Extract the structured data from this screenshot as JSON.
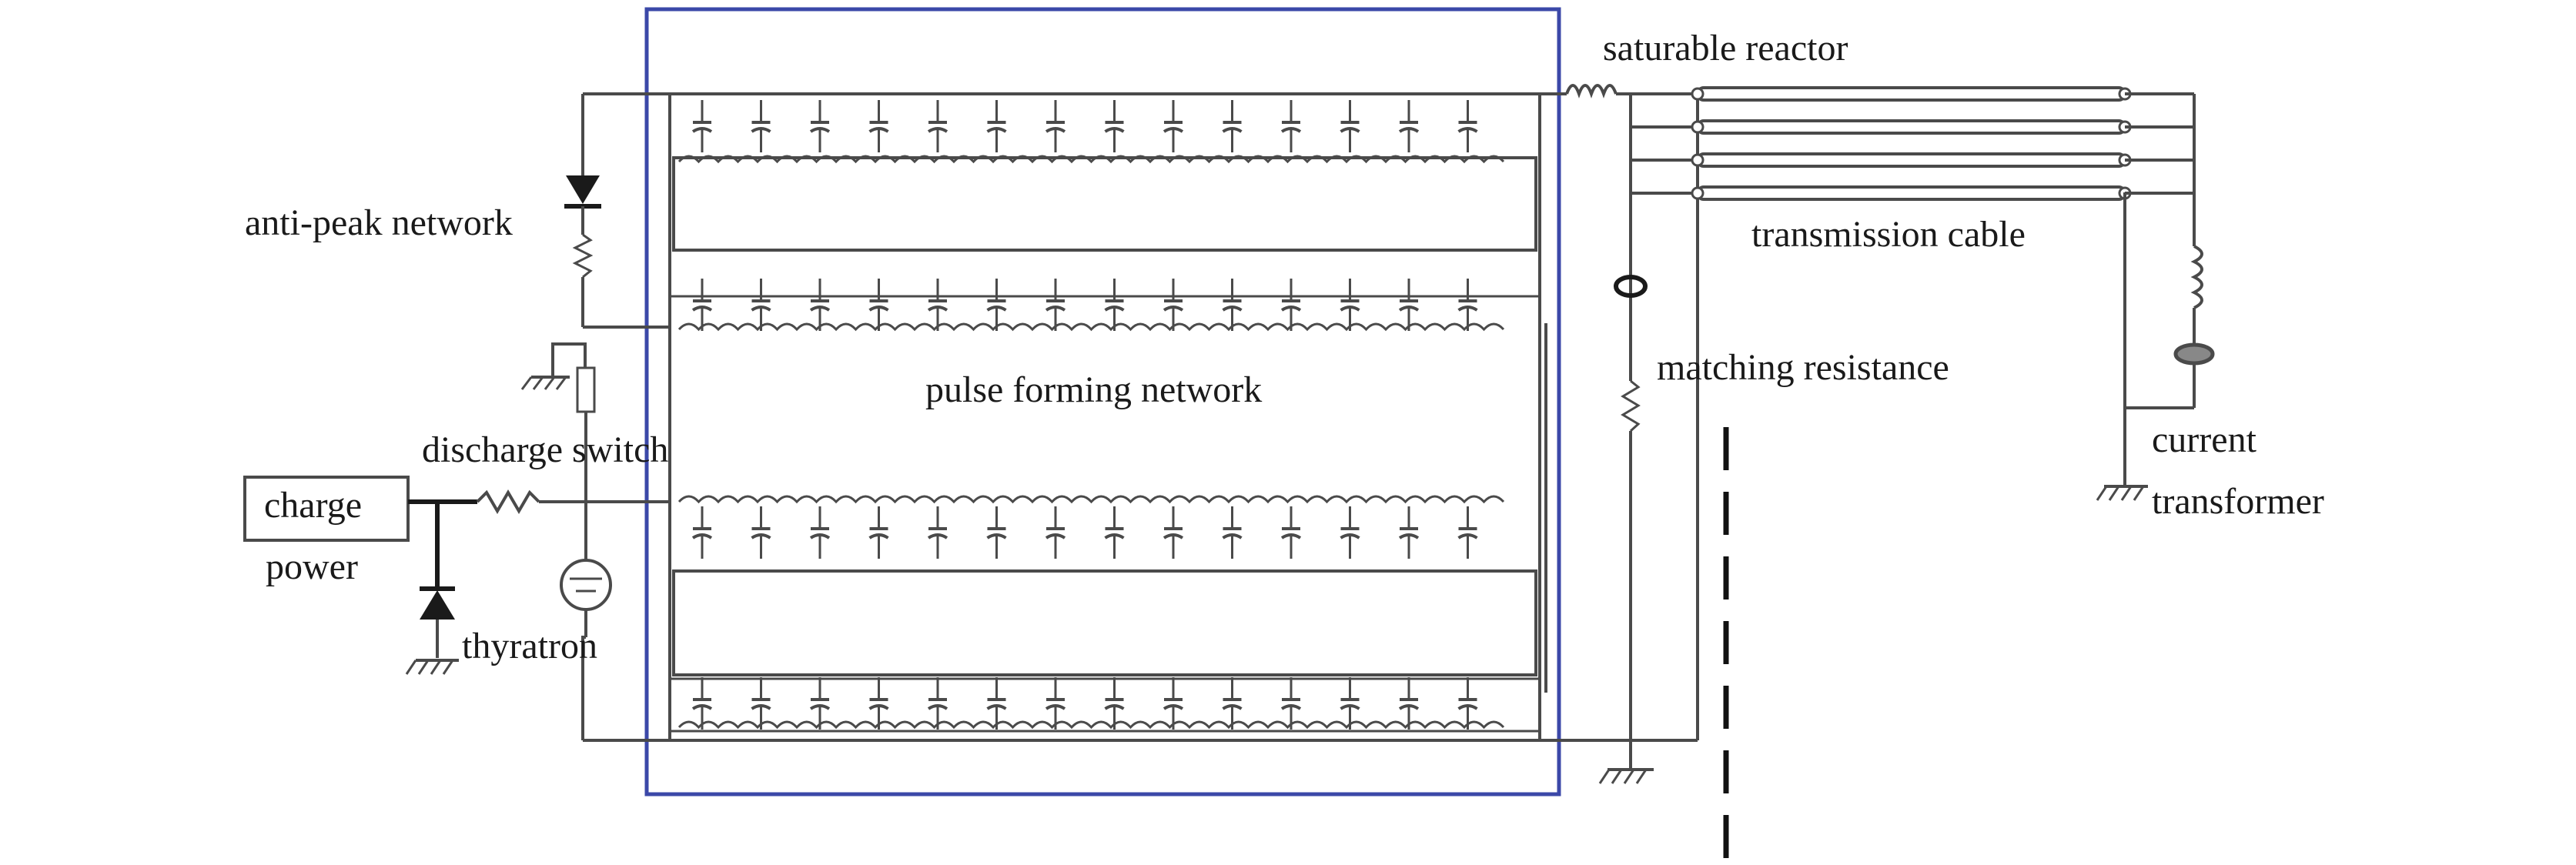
{
  "labels": {
    "saturable_reactor": "saturable reactor",
    "anti_peak_network": "anti-peak network",
    "transmission_cable": "transmission cable",
    "matching_resistance": "matching resistance",
    "pulse_forming_network": "pulse forming network",
    "discharge_switch": "discharge switch",
    "charge": "charge",
    "power": "power",
    "current_line1": "current",
    "current_line2": "transformer",
    "thyratron": "thyratron"
  },
  "colors": {
    "pfn_box": "#3b48a8",
    "wire": "#4a4a4a",
    "text": "#1a1a1a"
  },
  "pfn": {
    "capacitors_per_row": 14,
    "modules": 4
  },
  "cable": {
    "conductors": 4
  }
}
